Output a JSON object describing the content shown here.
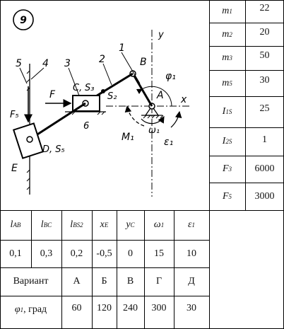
{
  "figure": {
    "number": "9",
    "labels": {
      "y": "y",
      "x": "x",
      "B": "B",
      "A": "A",
      "C": "C,",
      "S3": "S₃",
      "S2": "S₂",
      "F": "F",
      "F5": "F₅",
      "phi1": "φ₁",
      "omega1": "ω₁",
      "M1": "M₁",
      "eps1": "ε₁",
      "D": "D, S₅",
      "E": "E",
      "n1": "1",
      "n2": "2",
      "n3": "3",
      "n4": "4",
      "n5": "5",
      "n6": "6"
    }
  },
  "params_right": [
    {
      "sym": "m",
      "sub": "1",
      "value": "22"
    },
    {
      "sym": "m",
      "sub": "2",
      "value": "20"
    },
    {
      "sym": "m",
      "sub": "3",
      "value": "50"
    },
    {
      "sym": "m",
      "sub": "5",
      "value": "30"
    },
    {
      "sym": "I",
      "sub": "1S",
      "value": "25"
    },
    {
      "sym": "I",
      "sub": "2S",
      "value": "1"
    },
    {
      "sym": "F",
      "sub": "3",
      "value": "6000"
    },
    {
      "sym": "F",
      "sub": "5",
      "value": "3000"
    }
  ],
  "bottom_headers": [
    {
      "sym": "l",
      "sub": "AB"
    },
    {
      "sym": "l",
      "sub": "BC"
    },
    {
      "sym": "l",
      "sub": "BS2"
    },
    {
      "sym": "x",
      "sub": "E"
    },
    {
      "sym": "y",
      "sub": "C"
    },
    {
      "sym": "ω",
      "sub": "1"
    },
    {
      "sym": "ε",
      "sub": "1"
    }
  ],
  "bottom_values": [
    "0,1",
    "0,3",
    "0,2",
    "-0,5",
    "0",
    "15",
    "10"
  ],
  "variant_label": "Вариант",
  "variants": [
    "А",
    "Б",
    "В",
    "Г",
    "Д"
  ],
  "phi_label": "φ",
  "phi_sub": "1",
  "phi_unit": ", град",
  "phi_values": [
    "60",
    "120",
    "240",
    "300",
    "30"
  ]
}
